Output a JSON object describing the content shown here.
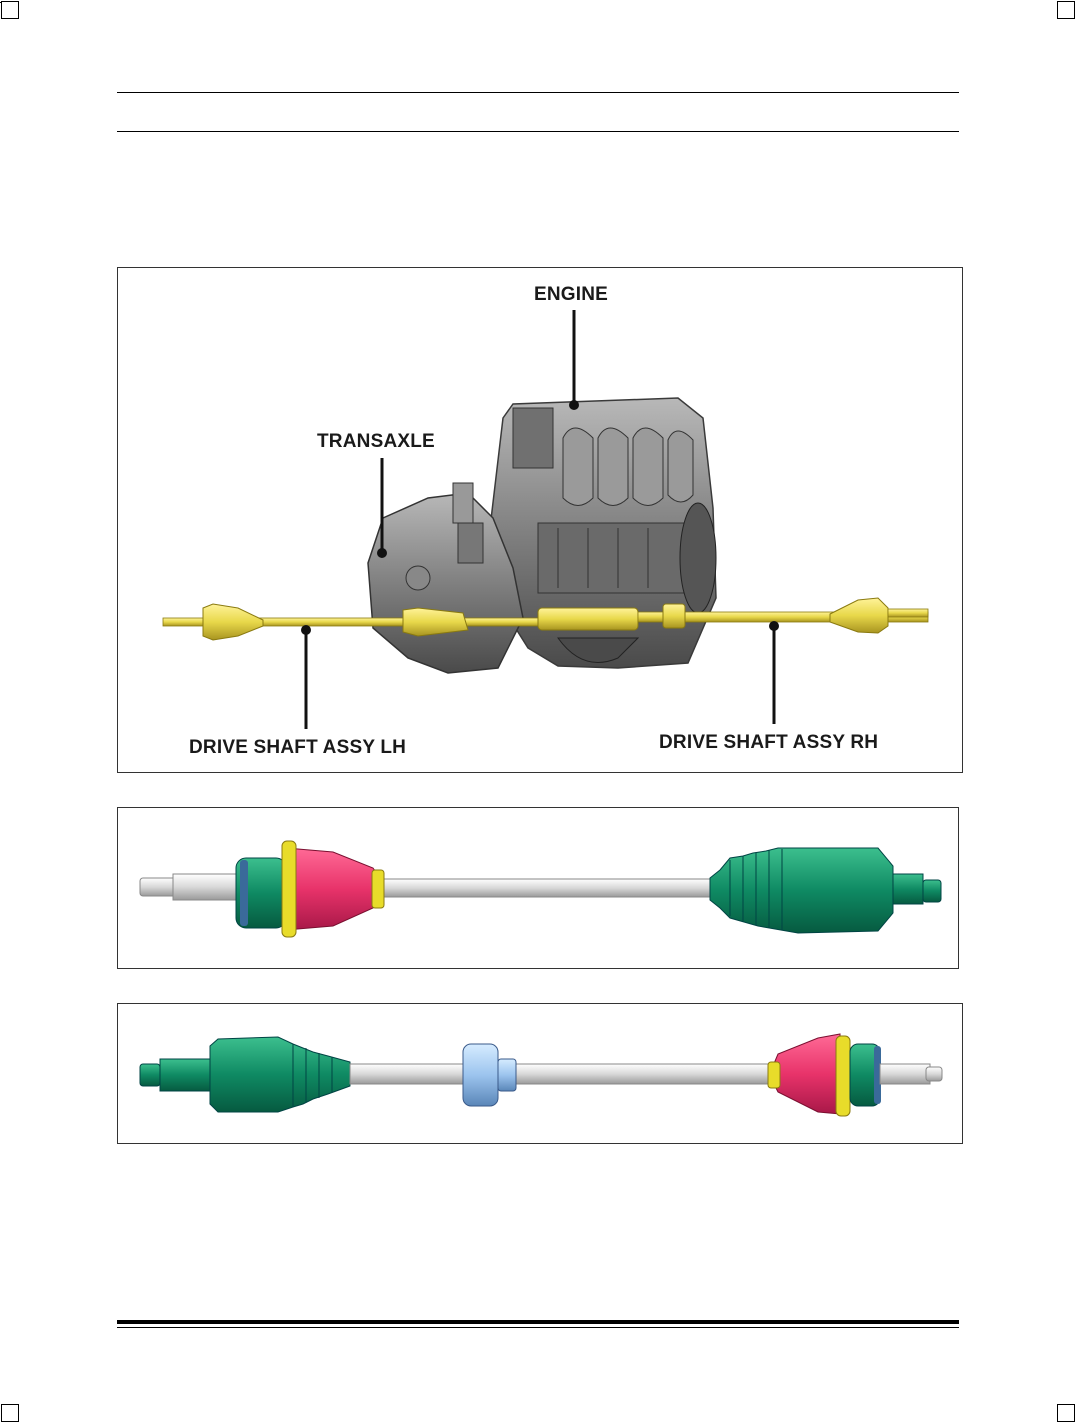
{
  "figure1": {
    "labels": {
      "engine": "ENGINE",
      "transaxle": "TRANSAXLE",
      "drive_shaft_lh": "DRIVE SHAFT ASSY LH",
      "drive_shaft_rh": "DRIVE SHAFT ASSY RH"
    }
  },
  "colors": {
    "shaft_yellow": "#e8d84a",
    "engine_gray": "#8a8a8a",
    "boot_green": "#0f8a63",
    "cv_pink": "#e8336a",
    "clamp_yellow": "#e8dc2a",
    "bearing_blue": "#9cc4ee",
    "shaft_white": "#e6e6e6"
  }
}
